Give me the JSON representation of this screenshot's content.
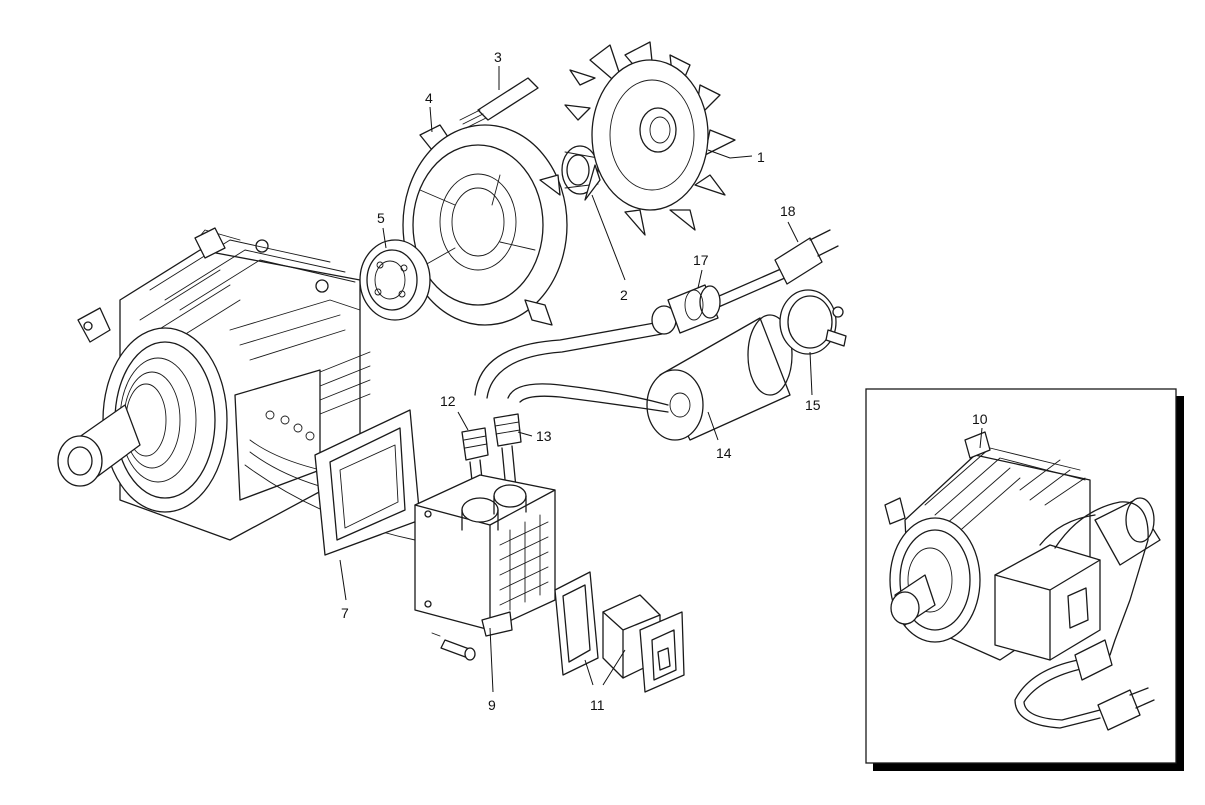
{
  "callouts": {
    "fan": "1",
    "shaft_seal": "2",
    "shaft_stud": "3",
    "end_shield": "4",
    "ball_bearing": "5",
    "gasket": "7",
    "terminal_box": "9",
    "complete_motor": "10",
    "switch": "11",
    "cable_gland_left": "12",
    "cable_gland_right": "13",
    "capacitor": "14",
    "capacitor_clamp": "15",
    "cable_grommet": "17",
    "power_plug": "18"
  },
  "colors": {
    "line": "#1a1a1a",
    "background": "#ffffff",
    "inset_shadow": "#000000"
  }
}
